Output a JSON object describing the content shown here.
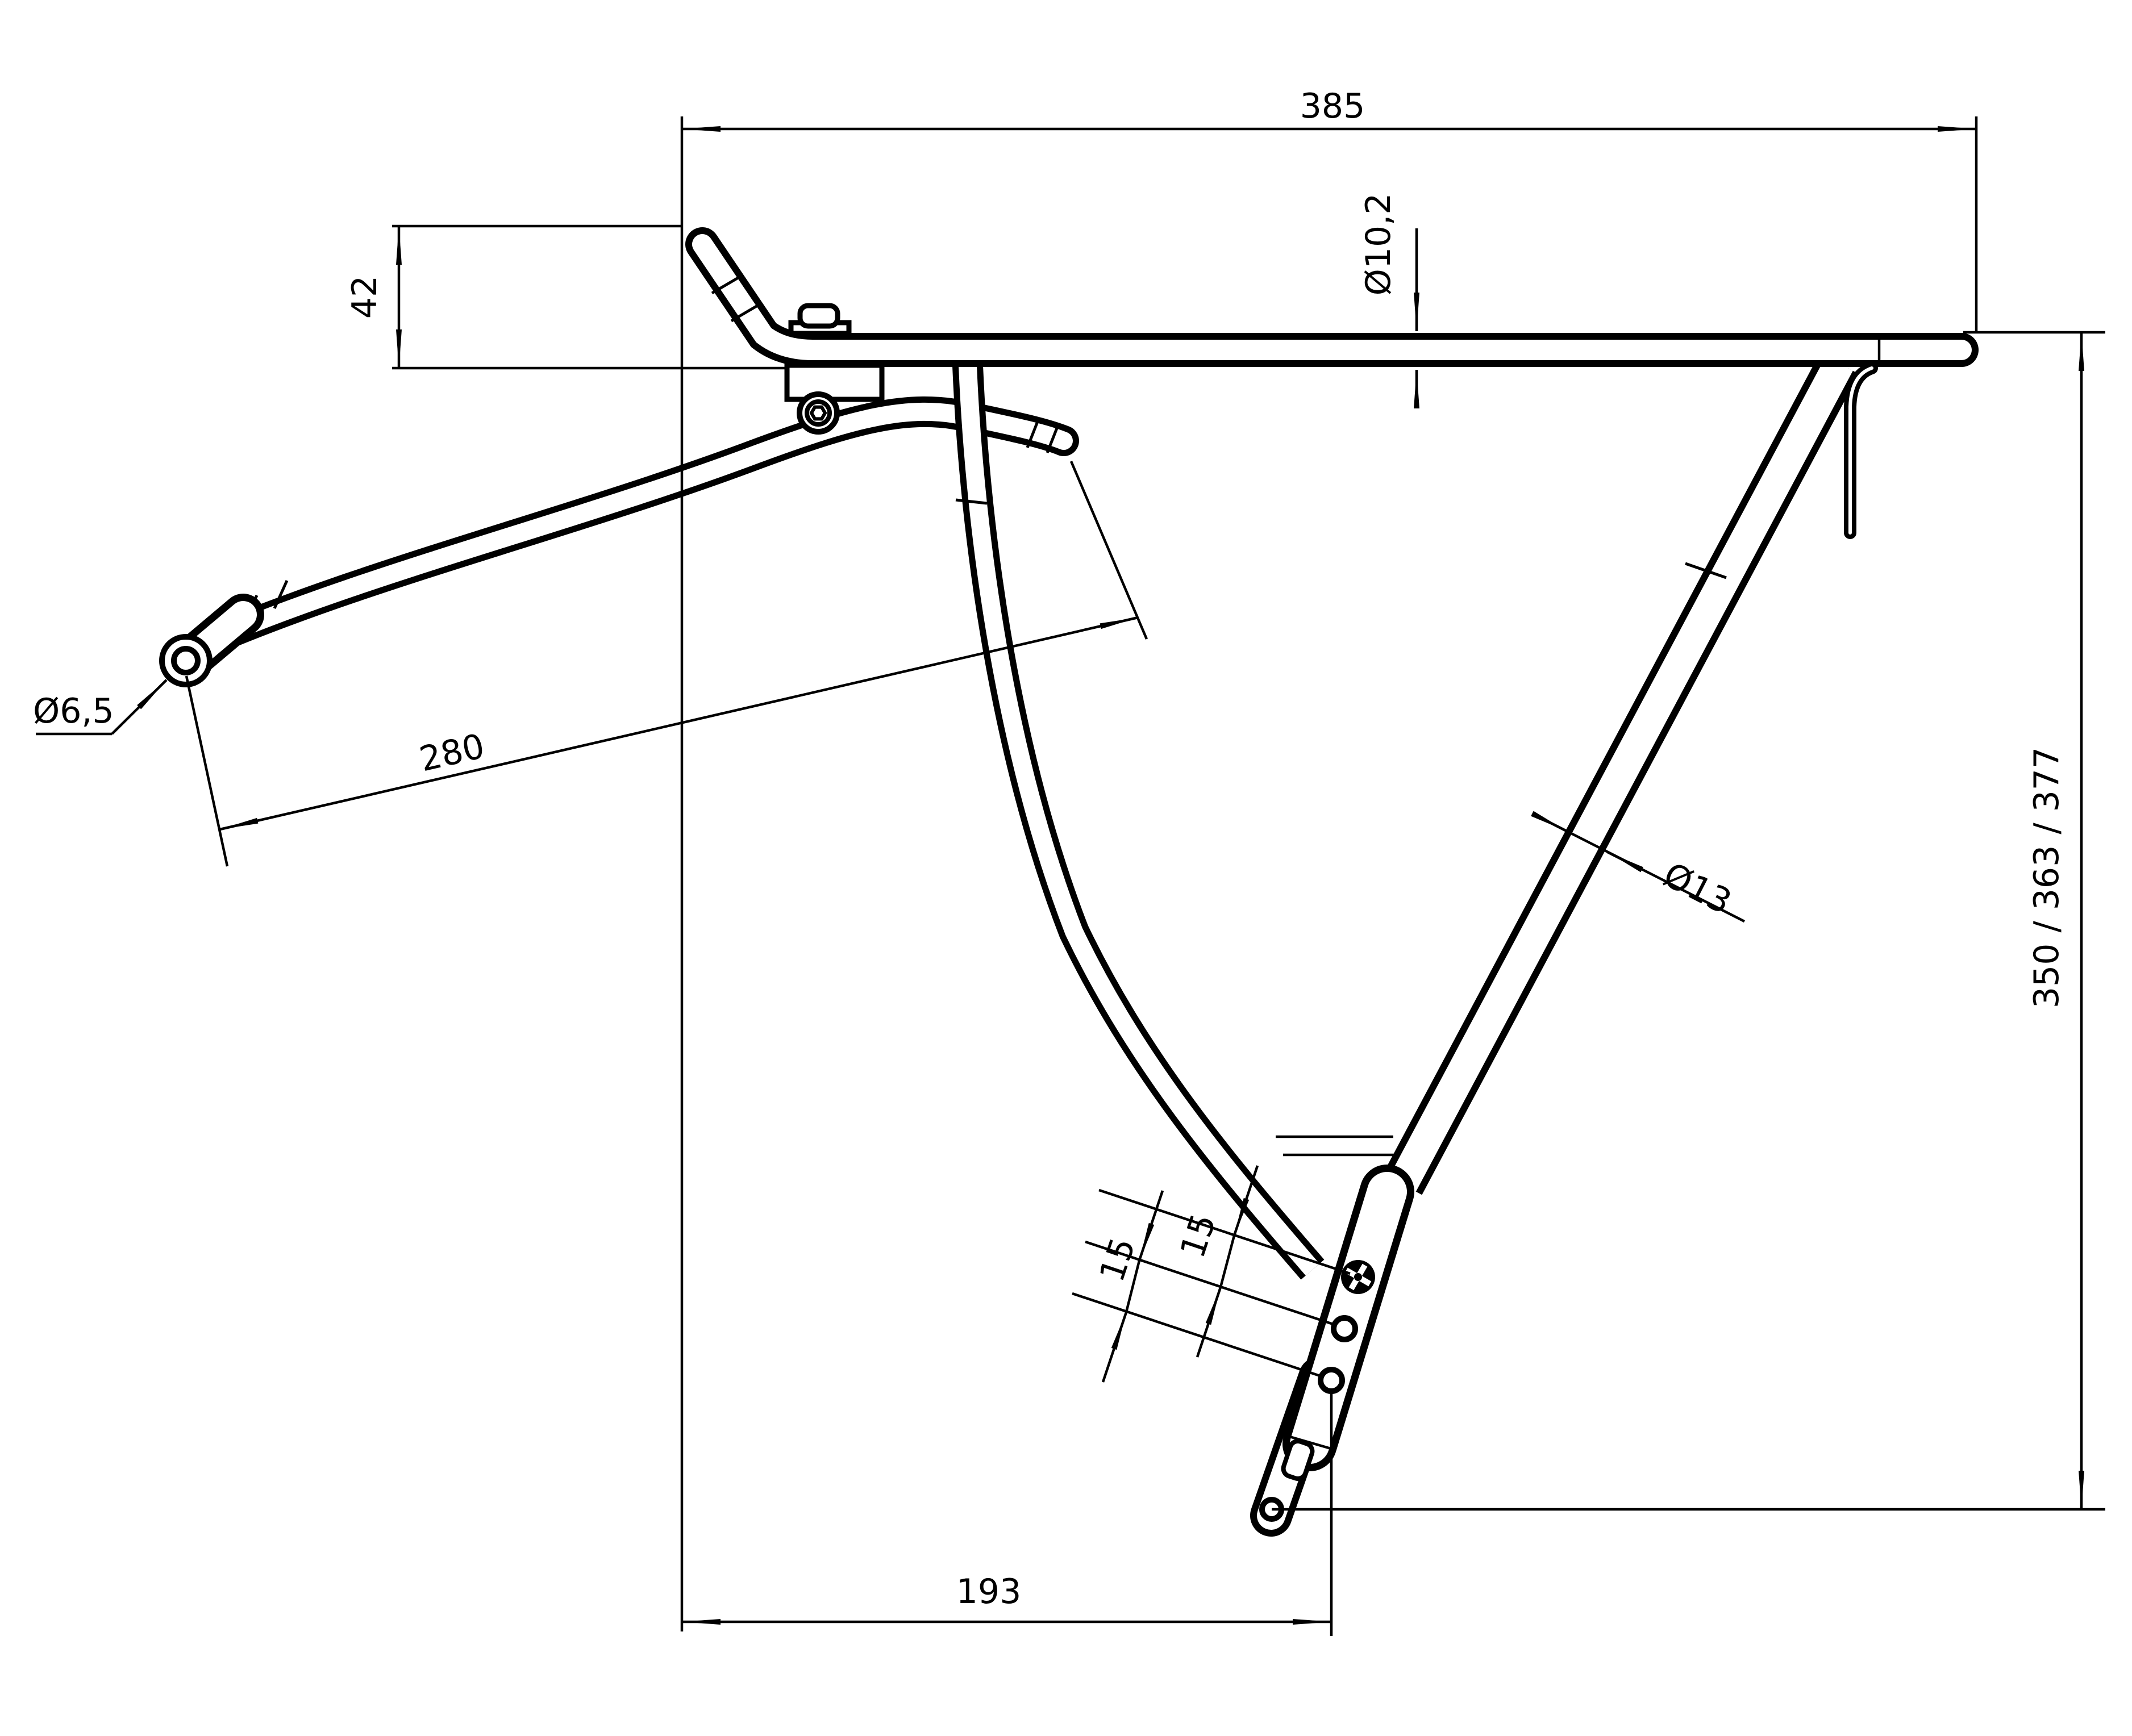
{
  "meta": {
    "type": "technical-drawing",
    "subject": "rear bicycle luggage-carrier rack, side view with dimensions",
    "units": "mm",
    "background_color": "#ffffff",
    "line_color": "#000000"
  },
  "labels": {
    "d385": "385",
    "d42": "42",
    "d102": "Ø10,2",
    "d65": "Ø6,5",
    "d280": "280",
    "d13": "Ø13",
    "d350": "350 / 363 / 377",
    "d15a": "15",
    "d15b": "15",
    "d193": "193"
  },
  "parts": {
    "platform": "top platform tube with upturned front end",
    "tab": "mounting tab on platform",
    "stay": "curved front stay with flattened eyelet",
    "eyelet": "eyelet with 6.5 mm hole",
    "clamp": "stay clamp block with torx bolt",
    "leg": "curved center leg tube",
    "strut": "rear diagonal strut, 13 mm tube",
    "plate": "lower adjustment plate with bolt and two holes",
    "slider": "lower slider end with slot and eyelet hole",
    "hook": "rear spring hook strip"
  }
}
